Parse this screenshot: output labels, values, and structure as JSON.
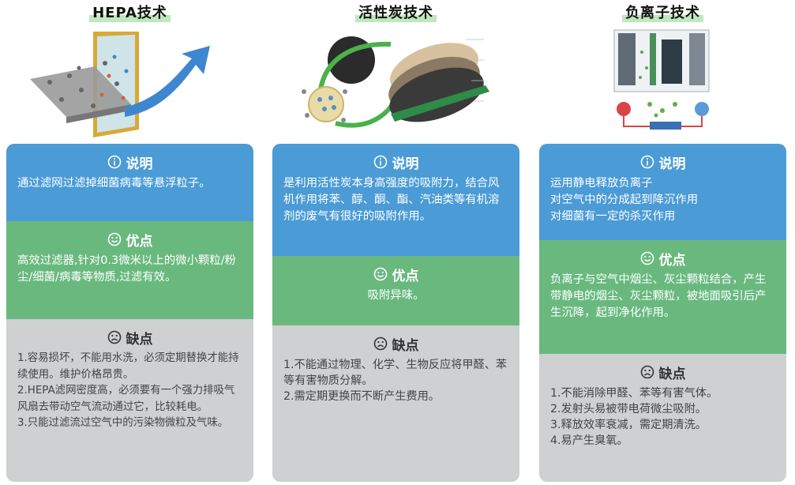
{
  "columns": [
    {
      "title": "HEPA技术",
      "desc_heading": "说明",
      "desc_text": "通过滤网过滤掉细菌病毒等悬浮粒子。",
      "pros_heading": "优点",
      "pros_text": "高效过滤器,针对0.3微米以上的微小颗粒/粉尘/细菌/病毒等物质,过滤有效。",
      "cons_heading": "缺点",
      "cons_text": "1.容易损坏，不能用水洗，必须定期替换才能持续使用。维护价格昂贵。\n2.HEPA滤网密度高，必须要有一个强力排吸气风扇去带动空气流动通过它，比较耗电。\n3.只能过滤流过空气中的污染物微粒及气味。"
    },
    {
      "title": "活性炭技术",
      "desc_heading": "说明",
      "desc_text": "是利用活性炭本身高强度的吸附力，结合风机作用将苯、醇、酮、酯、汽油类等有机溶剂的废气有很好的吸附作用。",
      "pros_heading": "优点",
      "pros_text": "吸附异味。",
      "cons_heading": "缺点",
      "cons_text": "1.不能通过物理、化学、生物反应将甲醛、苯等有害物质分解。\n2.需定期更换而不断产生费用。"
    },
    {
      "title": "负离子技术",
      "desc_heading": "说明",
      "desc_text": "运用静电释放负离子\n对空气中的分成起到降沉作用\n对细菌有一定的杀灭作用",
      "pros_heading": "优点",
      "pros_text": "负离子与空气中烟尘、灰尘颗粒结合，产生带静电的烟尘、灰尘颗粒，被地面吸引后产生沉降，起到净化作用。",
      "cons_heading": "缺点",
      "cons_text": "1.不能消除甲醛、苯等有害气体。\n2.发射头易被带电荷微尘吸附。\n3.释放效率衰减，需定期清洗。\n4.易产生臭氧。"
    }
  ],
  "colors": {
    "desc_blue": "#4a9bd6",
    "pros_green": "#69b97f",
    "cons_gray": "#cfd0d1",
    "title_highlight": "#bfe8bd"
  },
  "icons": {
    "desc": "info-circle-icon",
    "pros": "smiley-icon",
    "cons": "sad-face-icon"
  }
}
